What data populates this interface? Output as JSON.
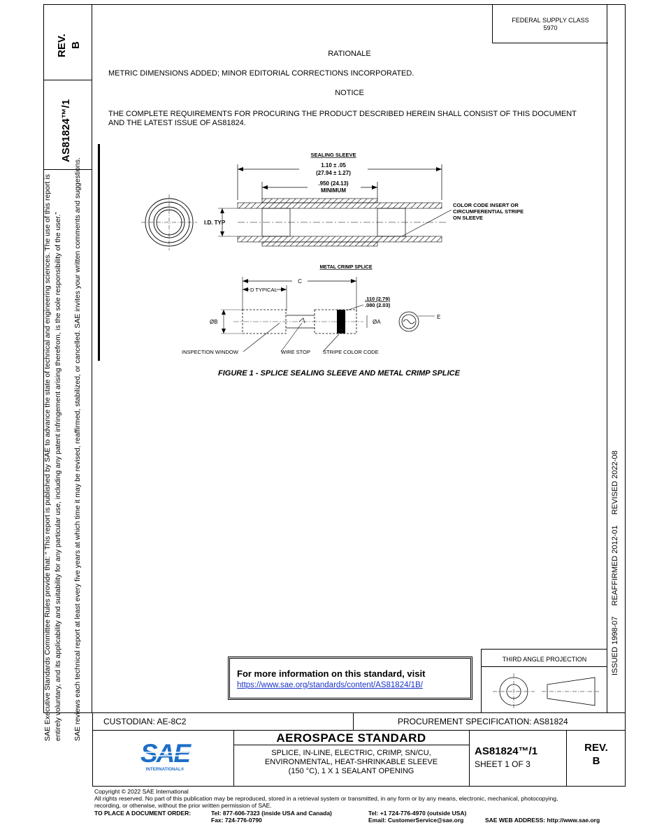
{
  "header": {
    "federal_supply_class_label": "FEDERAL SUPPLY CLASS",
    "federal_supply_class_value": "5970"
  },
  "side": {
    "rev_label": "REV.",
    "rev_value": "B",
    "doc_number": "AS81824™/1",
    "legal_line1": "SAE Executive Standards Committee Rules provide that: “ This report is published by SAE to advance the state of technical and engineering sciences. The use of this report is",
    "legal_line2": "entirely voluntary, and its applicability and suitability for any particular use, including any patent infringement arising therefrom, is the sole responsibility of the user.”",
    "legal_line3": "SAE reviews each technical report at least every five years at which time it may be revised, reaffirmed, stabilized, or cancelled. SAE invites your written comments and suggestions.",
    "dates": "ISSUED 1998-07     REAFFIRMED 2012-01     REVISED 2022-08"
  },
  "content": {
    "rationale_heading": "RATIONALE",
    "rationale_text": "METRIC DIMENSIONS ADDED; MINOR EDITORIAL CORRECTIONS INCORPORATED.",
    "notice_heading": "NOTICE",
    "notice_text": "THE COMPLETE REQUIREMENTS FOR PROCURING THE PRODUCT DESCRIBED HEREIN SHALL CONSIST OF THIS DOCUMENT AND THE LATEST ISSUE OF AS81824.",
    "figure_caption": "FIGURE 1 - SPLICE SEALING SLEEVE AND METAL CRIMP SPLICE"
  },
  "figure": {
    "sealing_sleeve_title": "SEALING SLEEVE",
    "sleeve_length": "1.10 ± .05",
    "sleeve_length_metric": "(27.94 ± 1.27)",
    "min_length": ".950 (24.13)",
    "min_label": "MINIMUM",
    "id_typ": "I.D. TYP",
    "color_code_1": "COLOR CODE INSERT OR",
    "color_code_2": "CIRCUMFERENTIAL STRIPE",
    "color_code_3": "ON SLEEVE",
    "metal_crimp_title": "METAL CRIMP SPLICE",
    "dim_c": "C",
    "dim_d": "D TYPICAL",
    "dim_110": ".110 (2.79)",
    "dim_080": ".080 (2.03)",
    "dim_b": "ØB",
    "dim_a": "ØA",
    "dim_e": "E",
    "inspection_window": "INSPECTION WINDOW",
    "wire_stop": "WIRE STOP",
    "stripe_color_code": "STRIPE COLOR CODE"
  },
  "info_box": {
    "title": "For more information on this standard, visit",
    "link": "https://www.sae.org/standards/content/AS81824/1B/"
  },
  "projection": {
    "label": "THIRD ANGLE PROJECTION"
  },
  "title_block": {
    "custodian": "CUSTODIAN: AE-8C2",
    "procurement": "PROCUREMENT SPECIFICATION: AS81824",
    "title": "AEROSPACE STANDARD",
    "desc_line1": "SPLICE, IN-LINE, ELECTRIC, CRIMP, SN/CU,",
    "desc_line2": "ENVIRONMENTAL, HEAT-SHRINKABLE SLEEVE",
    "desc_line3": "(150 °C), 1 X 1 SEALANT OPENING",
    "doc_number": "AS81824™/1",
    "sheet": "SHEET 1 OF 3",
    "rev_label": "REV.",
    "rev_value": "B",
    "logo_text": "SAE",
    "logo_sub": "INTERNATIONAL®"
  },
  "footer": {
    "copyright": "Copyright © 2022 SAE International",
    "rights1": "All rights reserved. No part of this publication may be reproduced, stored in a retrieval system or transmitted, in any form or by any means, electronic, mechanical, photocopying,",
    "rights2": "recording, or otherwise, without the prior written permission of SAE.",
    "order_label": "TO PLACE A DOCUMENT ORDER:",
    "tel_usa": "Tel: 877-606-7323 (inside USA and Canada)",
    "fax": "Fax: 724-776-0790",
    "tel_outside": "Tel: +1 724-776-4970 (outside USA)",
    "email": "Email: CustomerService@sae.org",
    "web": "SAE WEB ADDRESS: http://www.sae.org"
  },
  "colors": {
    "link": "#1a35c8",
    "logo_blue": "#1e6ec8"
  }
}
